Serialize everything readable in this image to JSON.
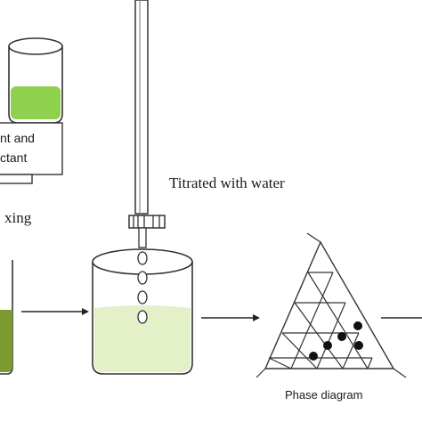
{
  "labels": {
    "box_line1": "nt and",
    "box_line2": "ctant",
    "mixing": "xing",
    "titrated": "Titrated with water",
    "phase_diagram": "Phase diagram"
  },
  "colors": {
    "bright_green": "#8fd14f",
    "dark_olive": "#7d9a2e",
    "pale_green": "#e3f0c8",
    "stroke": "#333333"
  },
  "icons": {
    "beaker": "beaker-icon",
    "arrow": "arrow-right-icon",
    "ternary": "ternary-phase-diagram-icon"
  }
}
